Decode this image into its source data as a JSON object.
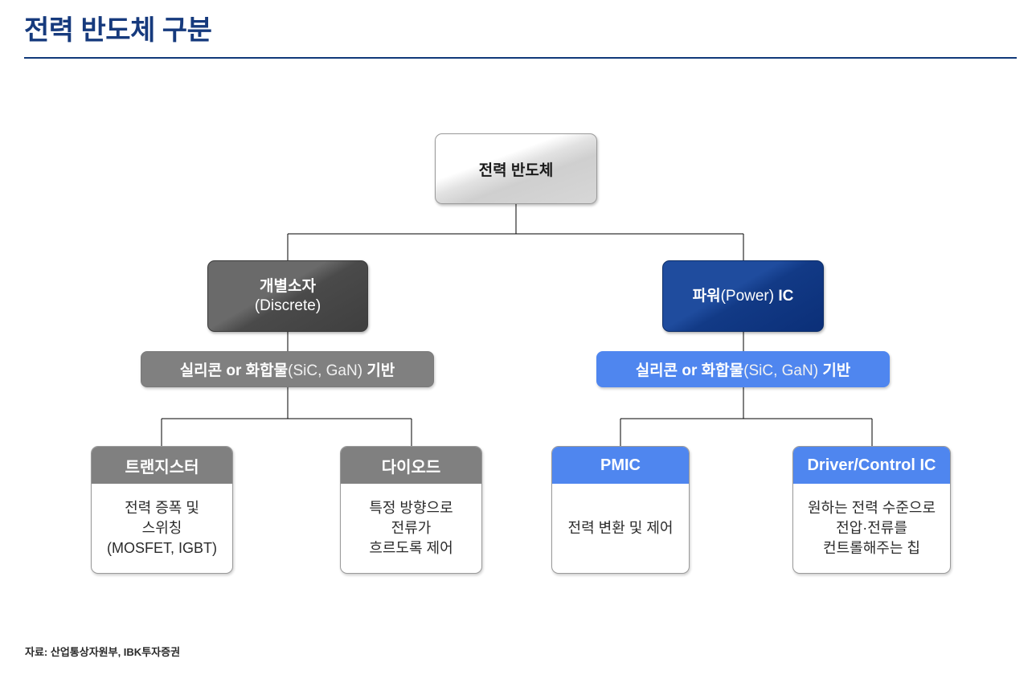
{
  "header": {
    "title": "전력 반도체 구분",
    "title_color": "#163a7d",
    "rule_color": "#113a7a"
  },
  "diagram": {
    "type": "tree",
    "root": {
      "label": "전력 반도체",
      "fill": "#d7d7d7",
      "text_color": "#1a1a1a"
    },
    "branches": [
      {
        "id": "discrete",
        "accent": "#454545",
        "node": {
          "line1": "개별소자",
          "line2": "(Discrete)",
          "fill": "#454545",
          "text_color": "#ffffff"
        },
        "bar": {
          "text_bold_1": "실리콘 or 화합물",
          "text_light": "(SiC, GaN)",
          "text_bold_2": " 기반",
          "fill": "#808080",
          "text_color": "#ffffff"
        },
        "leaves": [
          {
            "head": "트랜지스터",
            "head_fill": "#808080",
            "body": "전력 증폭 및\n스위칭\n(MOSFET, IGBT)"
          },
          {
            "head": "다이오드",
            "head_fill": "#808080",
            "body": "특정 방향으로\n전류가\n흐르도록 제어"
          }
        ]
      },
      {
        "id": "power-ic",
        "accent": "#123a86",
        "node": {
          "bold_1": "파워",
          "light": "(Power)",
          "bold_2": " IC",
          "fill": "#123a86",
          "text_color": "#ffffff"
        },
        "bar": {
          "text_bold_1": "실리콘 or 화합물",
          "text_light": "(SiC, GaN)",
          "text_bold_2": " 기반",
          "fill": "#4f86ef",
          "text_color": "#ffffff"
        },
        "leaves": [
          {
            "head": "PMIC",
            "head_fill": "#4f86ef",
            "body": "전력 변환 및 제어"
          },
          {
            "head": "Driver/Control IC",
            "head_fill": "#4f86ef",
            "body": "원하는 전력 수준으로\n전압·전류를\n컨트롤해주는 칩"
          }
        ]
      }
    ]
  },
  "footer": {
    "source": "자료: 산업통상자원부, IBK투자증권"
  }
}
